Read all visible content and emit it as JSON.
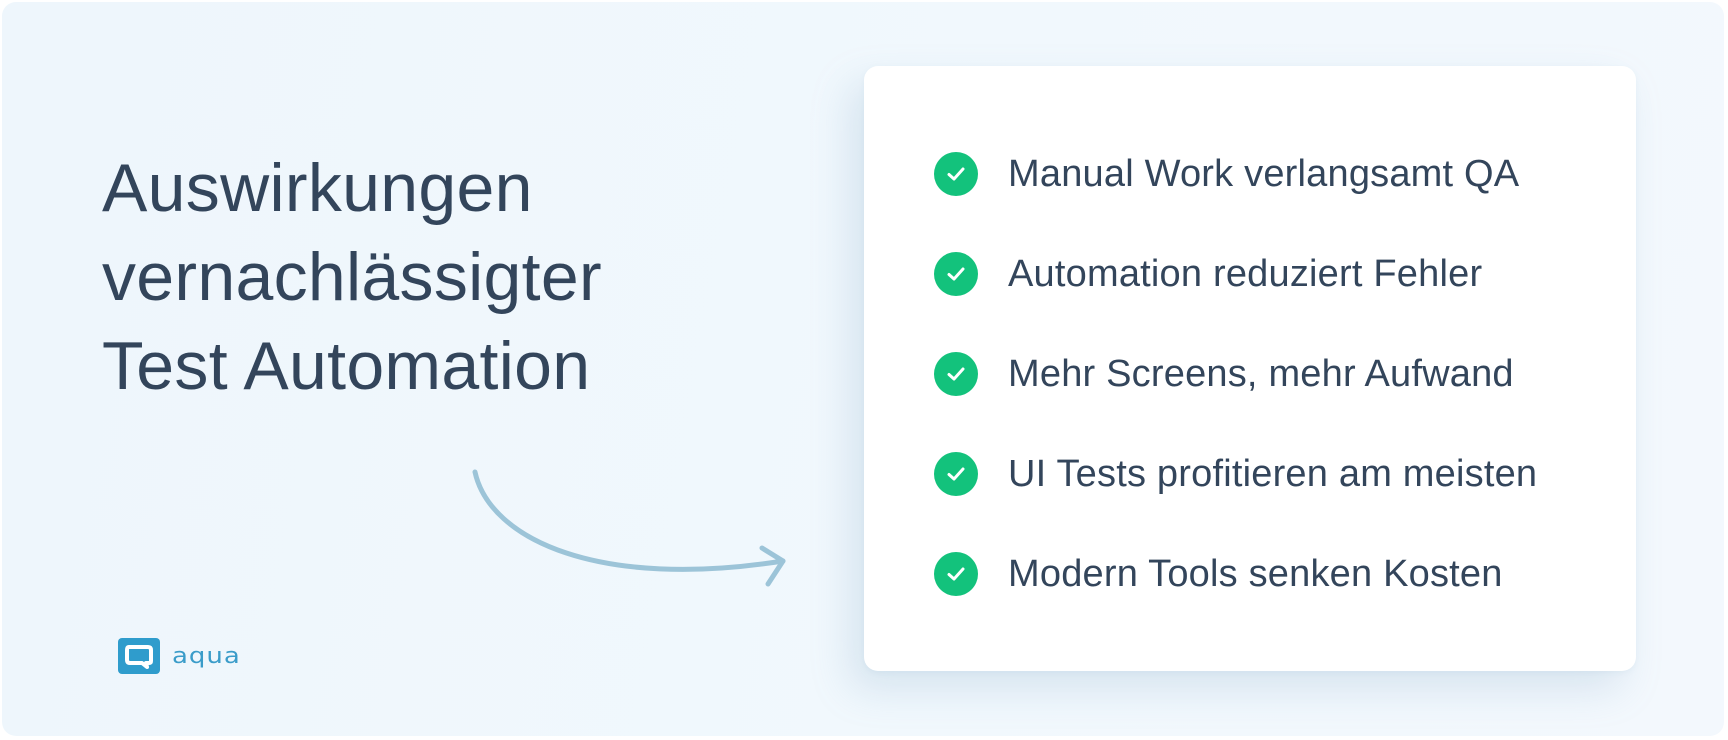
{
  "headline": {
    "lines": [
      "Auswirkungen",
      "vernachlässigter",
      "Test Automation"
    ]
  },
  "arrow": {
    "icon": "curved-arrow-right-icon",
    "color": "#9cc4d8"
  },
  "checklist": {
    "icon": "check-circle-icon",
    "icon_color": "#13c27c",
    "items": [
      {
        "label": "Manual Work verlangsamt QA"
      },
      {
        "label": "Automation reduziert Fehler"
      },
      {
        "label": "Mehr Screens, mehr Aufwand"
      },
      {
        "label": "UI Tests profitieren am meisten"
      },
      {
        "label": "Modern Tools senken Kosten"
      }
    ]
  },
  "logo": {
    "icon": "aqua-logo-icon",
    "text": "aqua",
    "color": "#2f9ccc"
  },
  "colors": {
    "background": "#f0f7fd",
    "text": "#33455b",
    "card": "#ffffff"
  }
}
